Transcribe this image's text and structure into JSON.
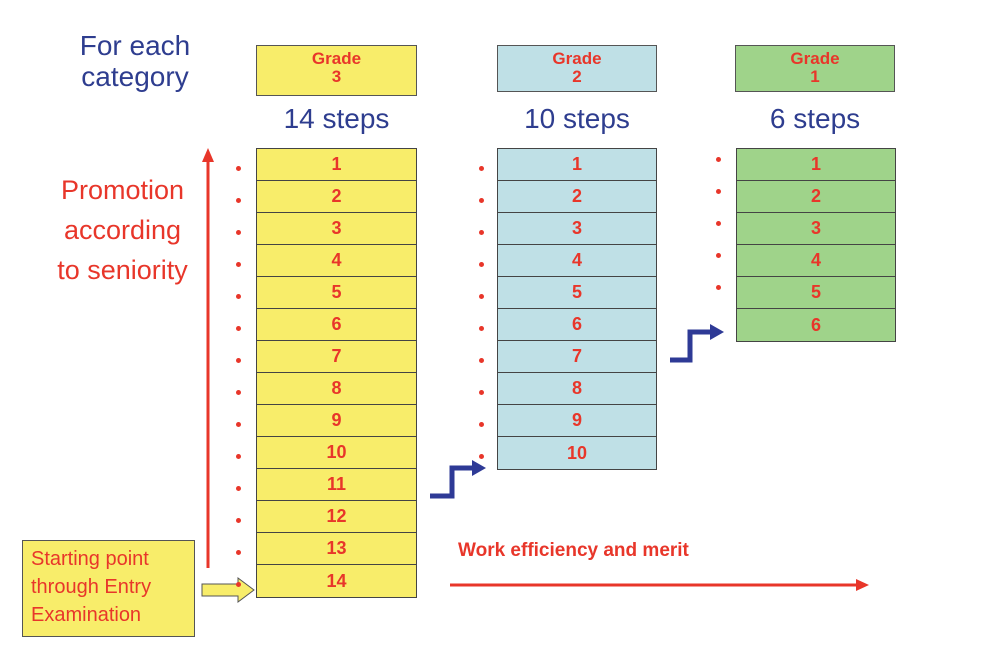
{
  "heading": [
    "For each",
    "category"
  ],
  "grades": [
    {
      "label": [
        "Grade",
        "3"
      ],
      "steps_label": "14 steps",
      "color": "#f8ed6a",
      "steps": [
        "1",
        "2",
        "3",
        "4",
        "5",
        "6",
        "7",
        "8",
        "9",
        "10",
        "11",
        "12",
        "13",
        "14"
      ]
    },
    {
      "label": [
        "Grade",
        "2"
      ],
      "steps_label": "10 steps",
      "color": "#bfe0e6",
      "steps": [
        "1",
        "2",
        "3",
        "4",
        "5",
        "6",
        "7",
        "8",
        "9",
        "10"
      ]
    },
    {
      "label": [
        "Grade",
        "1"
      ],
      "steps_label": "6 steps",
      "color": "#9fd38a",
      "steps": [
        "1",
        "2",
        "3",
        "4",
        "5",
        "6"
      ]
    }
  ],
  "promotion_label": [
    "Promotion",
    "according",
    "to seniority"
  ],
  "starting_point": [
    "Starting point",
    "through Entry",
    "Examination"
  ],
  "merit_label": "Work efficiency and merit",
  "colors": {
    "accent": "#e8362a",
    "navy": "#2e3d8f",
    "arrow_blue": "#2e3a96"
  }
}
